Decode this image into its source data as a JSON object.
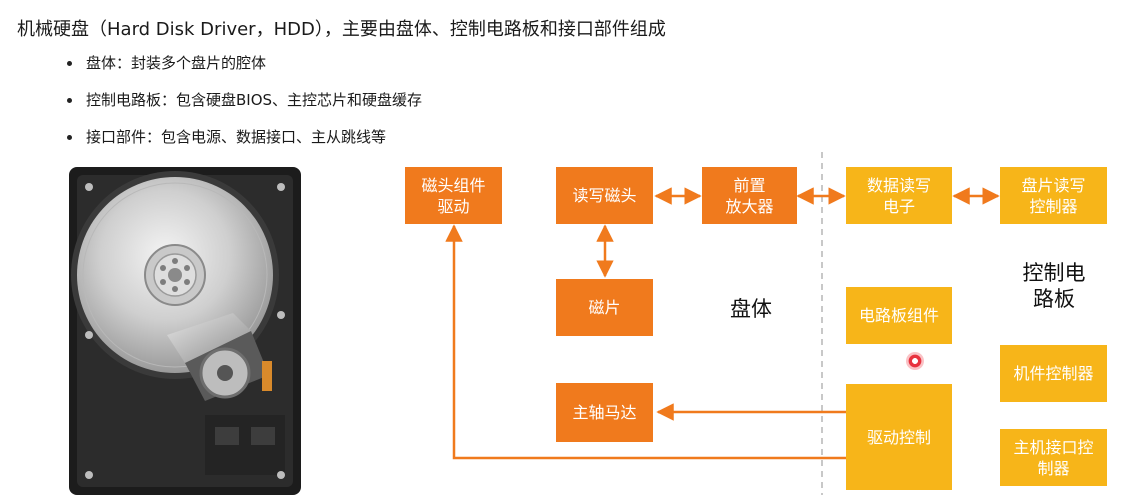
{
  "title": "机械硬盘（Hard Disk Driver，HDD），主要由盘体、控制电路板和接口部件组成",
  "bullets": [
    "盘体：封装多个盘片的腔体",
    "控制电路板：包含硬盘BIOS、主控芯片和硬盘缓存",
    "接口部件：包含电源、数据接口、主从跳线等"
  ],
  "diagram": {
    "boxes": {
      "head_actuator": "磁头组件\n驱动",
      "rw_head": "读写磁头",
      "preamp": "前置\n放大器",
      "platter": "磁片",
      "spindle_motor": "主轴马达",
      "data_rw_electronics": "数据读写\n电子",
      "platter_rw_controller": "盘片读写\n控制器",
      "circuit_board_assembly": "电路板组件",
      "drive_control": "驱动控制",
      "mechanism_controller": "机件控制器",
      "host_interface_controller": "主机接口控\n制器"
    },
    "regions": {
      "disk_body": "盘体",
      "control_board": "控制电\n路板"
    },
    "colors": {
      "orange": "#f07a1d",
      "yellow": "#f7b519",
      "divider": "#c8c8c8"
    }
  }
}
